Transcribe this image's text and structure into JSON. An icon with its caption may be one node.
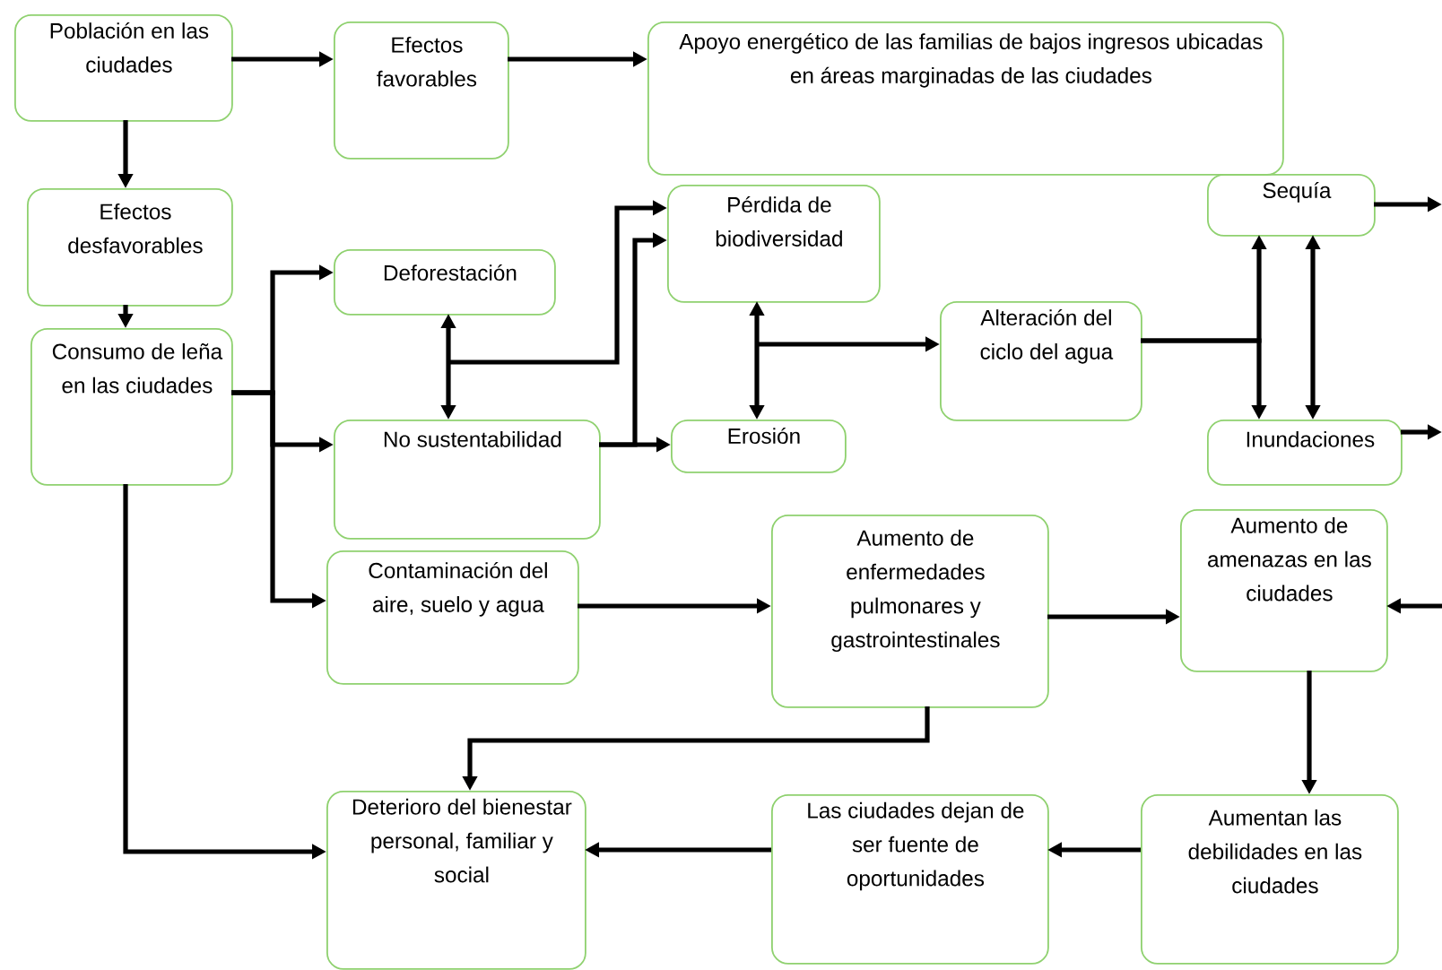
{
  "diagram": {
    "nodes": [
      {
        "text": [
          "Población en las ciudades"
        ]
      },
      {
        "text": [
          "Efectos favorables"
        ]
      },
      {
        "text": [
          "Apoyo energético de las familias de bajos ingresos ubicadas en áreas marginadas de las ciudades"
        ]
      },
      {
        "text": [
          "Efectos desfavorables"
        ]
      },
      {
        "text": [
          "Consumo de leña en las ciudades"
        ]
      },
      {
        "text": [
          "Deforestación"
        ]
      },
      {
        "text": [
          "No sustentabilidad"
        ]
      },
      {
        "text": [
          "Contaminación del aire, suelo y agua"
        ]
      },
      {
        "text": [
          "Pérdida de biodiversidad"
        ]
      },
      {
        "text": [
          "Erosión"
        ]
      },
      {
        "text": [
          "Alteración del ciclo del agua"
        ]
      },
      {
        "text": [
          "Sequía"
        ]
      },
      {
        "text": [
          "Inundaciones"
        ]
      },
      {
        "text": [
          "Aumento de enfermedades pulmonares y gastrointestinales"
        ]
      },
      {
        "text": [
          "Aumento de amenazas en las ciudades"
        ]
      },
      {
        "text": [
          "Deterioro del bienestar personal, familiar y social"
        ]
      },
      {
        "text": [
          "Las ciudades dejan de ser fuente de oportunidades"
        ]
      },
      {
        "text": [
          "Aumentan las debilidades en las ciudades"
        ]
      }
    ],
    "edges": [
      {
        "from": 0,
        "to": 1,
        "arrow": "to"
      },
      {
        "from": 1,
        "to": 2,
        "arrow": "to"
      },
      {
        "from": 0,
        "to": 3,
        "arrow": "to"
      },
      {
        "from": 3,
        "to": 4,
        "arrow": "to"
      },
      {
        "from": 4,
        "to": 5,
        "arrow": "to"
      },
      {
        "from": 4,
        "to": 6,
        "arrow": "to"
      },
      {
        "from": 4,
        "to": 7,
        "arrow": "to"
      },
      {
        "from": 5,
        "to": 6,
        "arrow": "both"
      },
      {
        "from": 5,
        "to": 8,
        "arrow": "to"
      },
      {
        "from": 6,
        "to": 8,
        "arrow": "to"
      },
      {
        "from": 6,
        "to": 9,
        "arrow": "to"
      },
      {
        "from": 8,
        "to": 9,
        "arrow": "both"
      },
      {
        "from": 8,
        "to": 10,
        "arrow": "to"
      },
      {
        "from": 10,
        "to": 11,
        "arrow": "to"
      },
      {
        "from": 10,
        "to": 12,
        "arrow": "to"
      },
      {
        "from": 11,
        "to": 12,
        "arrow": "both"
      },
      {
        "from": 11,
        "to": null,
        "arrow": "to"
      },
      {
        "from": 12,
        "to": null,
        "arrow": "to"
      },
      {
        "from": null,
        "to": 14,
        "arrow": "to"
      },
      {
        "from": 7,
        "to": 13,
        "arrow": "to"
      },
      {
        "from": 13,
        "to": 14,
        "arrow": "to"
      },
      {
        "from": 14,
        "to": 17,
        "arrow": "to"
      },
      {
        "from": 17,
        "to": 16,
        "arrow": "to"
      },
      {
        "from": 16,
        "to": 15,
        "arrow": "to"
      },
      {
        "from": 13,
        "to": 15,
        "arrow": "to"
      },
      {
        "from": 4,
        "to": 15,
        "arrow": "to"
      }
    ]
  }
}
